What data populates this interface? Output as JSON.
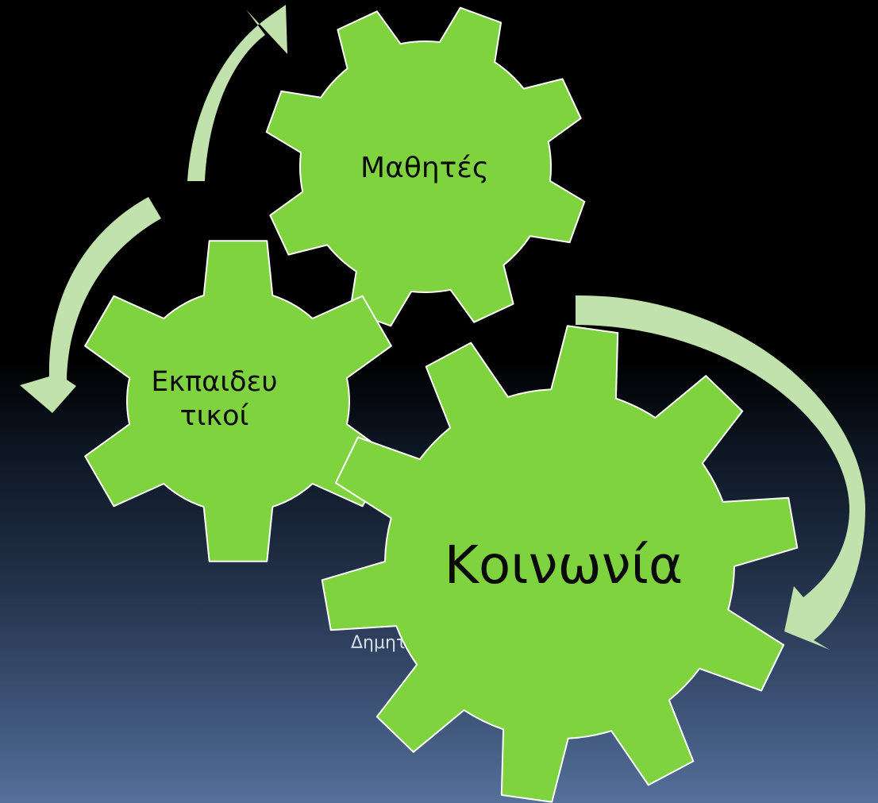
{
  "slide": {
    "title_fragment": "",
    "footer": "Δημητριάδου Κ., Ιωάννινα 2012"
  },
  "gears": {
    "students": {
      "label": "Μαθητές"
    },
    "educators": {
      "label": "Εκπαιδευ\nτικοί"
    },
    "society": {
      "label": "Κοινωνία"
    }
  },
  "colors": {
    "gear_fill": "#7ed33f",
    "gear_stroke": "#ffffff",
    "arrow_fill": "#c1e2ac",
    "background_top": "#000000",
    "background_bottom": "#55709a"
  }
}
